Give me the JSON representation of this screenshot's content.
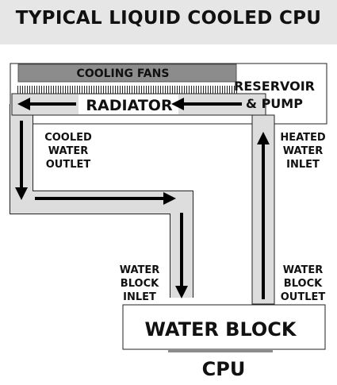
{
  "title": "TYPICAL LIQUID COOLED CPU",
  "labels": {
    "cooling_fans": "COOLING FANS",
    "radiator": "RADIATOR",
    "reservoir_line1": "RESERVOIR",
    "reservoir_line2": "& PUMP",
    "cooled_line1": "COOLED",
    "cooled_line2": "WATER",
    "cooled_line3": "OUTLET",
    "heated_line1": "HEATED",
    "heated_line2": "WATER",
    "heated_line3": "INLET",
    "wb_inlet_line1": "WATER",
    "wb_inlet_line2": "BLOCK",
    "wb_inlet_line3": "INLET",
    "wb_outlet_line1": "WATER",
    "wb_outlet_line2": "BLOCK",
    "wb_outlet_line3": "OUTLET",
    "water_block": "WATER BLOCK",
    "cpu": "CPU"
  },
  "colors": {
    "title_bg": "#e6e6e6",
    "fans": "#8c8c8c",
    "tube": "#dddddd",
    "ink": "#111111"
  }
}
